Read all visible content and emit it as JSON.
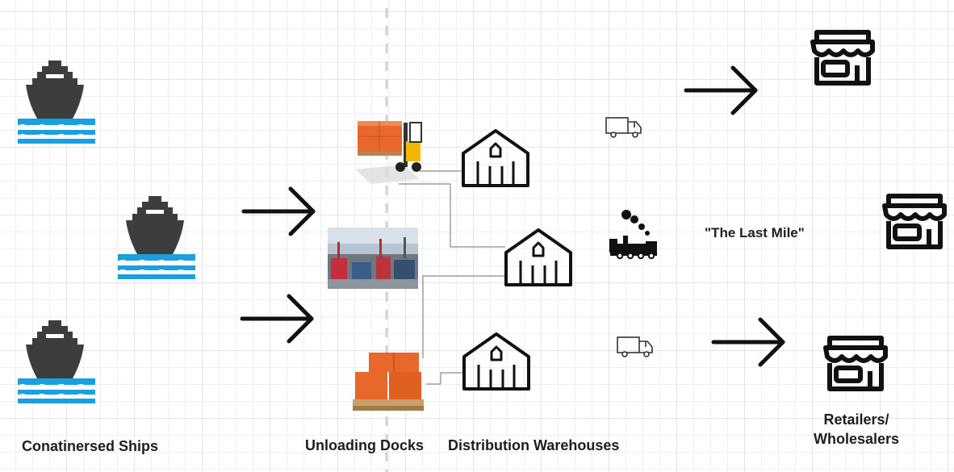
{
  "labels": {
    "ships": "Conatinersed Ships",
    "docks": "Unloading Docks",
    "warehouses": "Distribution Warehouses",
    "last_mile": "\"The Last Mile\"",
    "retailers_line1": "Retailers/",
    "retailers_line2": "Wholesalers"
  },
  "icons": {
    "ship": "container-ship-icon",
    "forklift": "forklift-icon",
    "port": "port-photo",
    "pallet": "pallet-boxes-icon",
    "warehouse": "warehouse-icon",
    "truck": "truck-icon",
    "train": "steam-train-icon",
    "store": "store-icon",
    "arrow": "arrow-right-icon"
  },
  "colors": {
    "ship_hull": "#3d3d3d",
    "water": "#1a9fe0",
    "box_orange": "#e8682c",
    "line_gray": "#8a8a8a",
    "ink": "#1e1e1e"
  }
}
